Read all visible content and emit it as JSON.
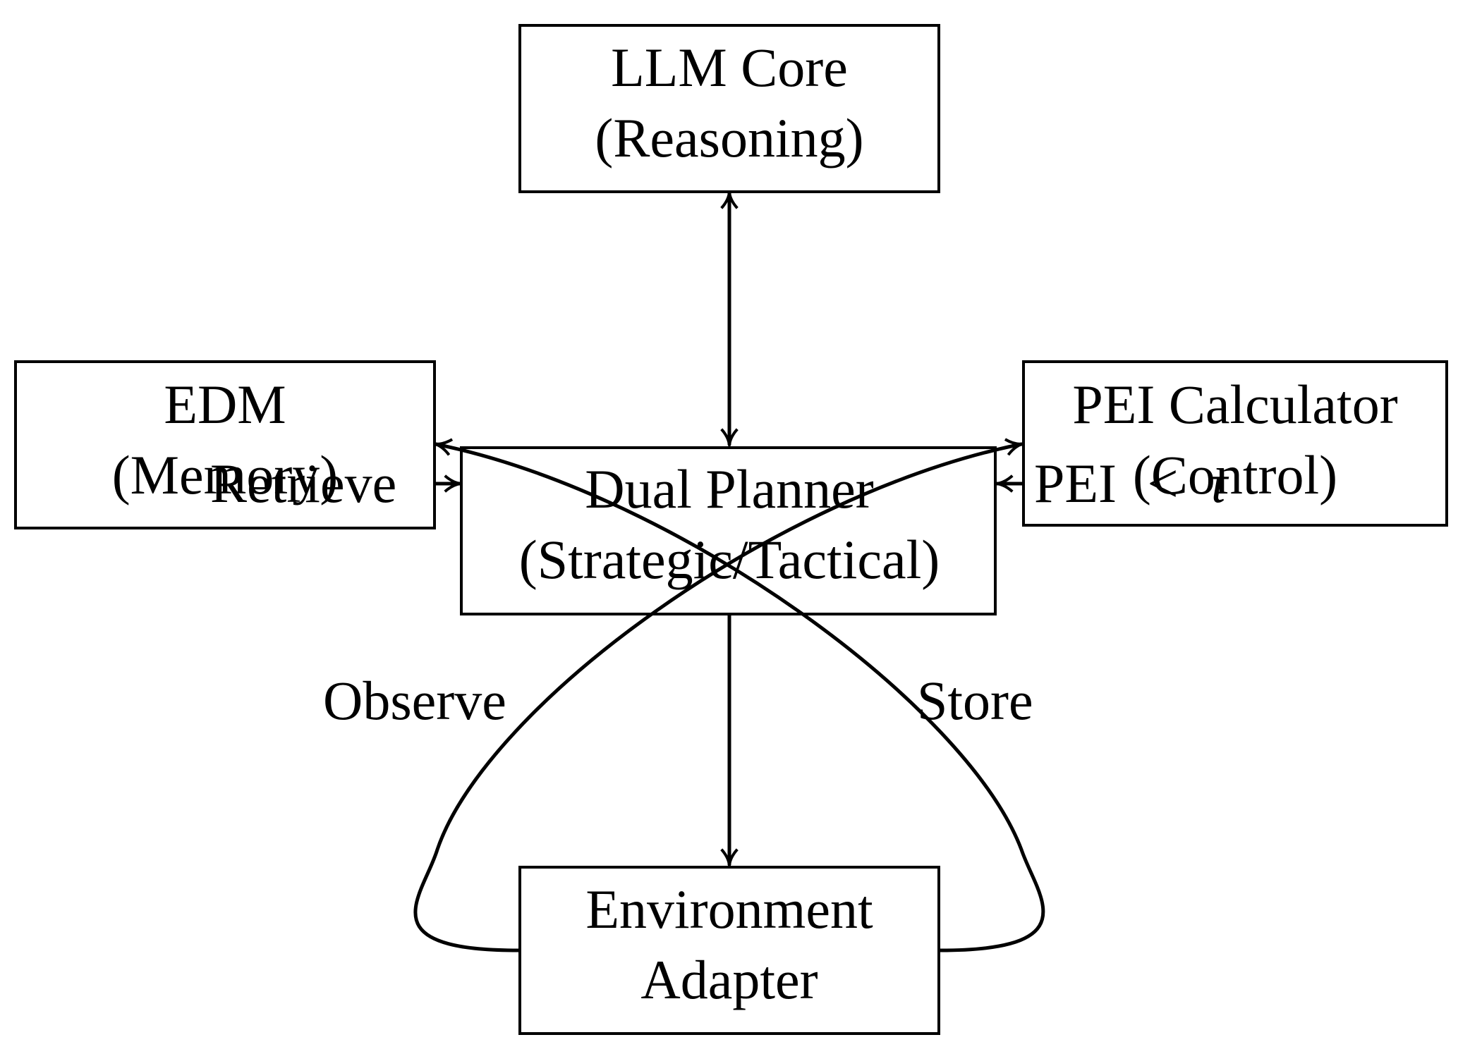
{
  "nodes": {
    "llm_core": {
      "line1": "LLM Core",
      "line2": "(Reasoning)"
    },
    "edm": {
      "line1": "EDM",
      "line2": "(Memory)"
    },
    "dual_planner": {
      "line1": "Dual Planner",
      "line2": "(Strategic/Tactical)"
    },
    "pei_calculator": {
      "line1": "PEI Calculator",
      "line2": "(Control)"
    },
    "environment_adapter": {
      "line1": "Environment",
      "line2": "Adapter"
    }
  },
  "edges": {
    "retrieve": "Retrieve",
    "pei_threshold": {
      "prefix": "PEI",
      "operator": "<",
      "symbol": "τ"
    },
    "observe": "Observe",
    "store": "Store"
  },
  "colors": {
    "stroke": "#000000",
    "background": "#ffffff"
  }
}
